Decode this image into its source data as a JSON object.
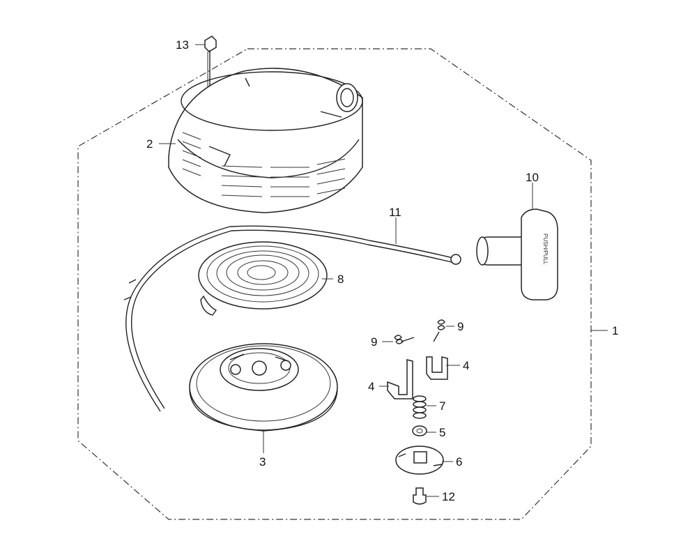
{
  "callouts": {
    "c1": "1",
    "c2": "2",
    "c3": "3",
    "c4a": "4",
    "c4b": "4",
    "c5": "5",
    "c6": "6",
    "c7": "7",
    "c8": "8",
    "c9a": "9",
    "c9b": "9",
    "c10": "10",
    "c11": "11",
    "c12": "12",
    "c13": "13"
  },
  "handle_text": "PUSH/PULL"
}
